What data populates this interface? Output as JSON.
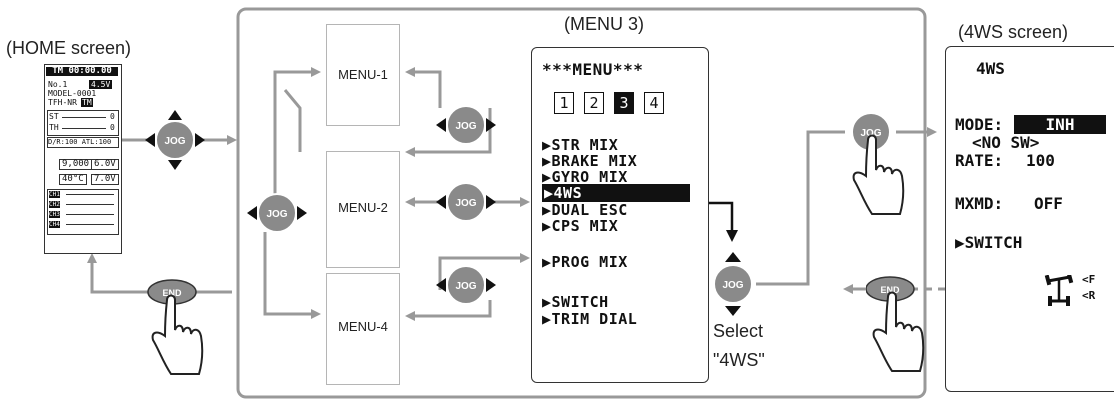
{
  "home": {
    "caption": "(HOME screen)",
    "timer": "TM 00:00.00",
    "model_no": "No.1",
    "voltage": "4.5V",
    "model_name": "MODEL-0001",
    "receiver": "TFH-NR",
    "rx_badge": "TM",
    "st_label": "ST",
    "th_label": "TH",
    "st_val": "0",
    "th_val": "0",
    "dr_atl": "D/R:100 ATL:100",
    "odo": "9,000",
    "rx_volt": "6.0V",
    "temp": "40°C",
    "rx_volt2": "7.0V",
    "ch_rows": [
      "CH1",
      "CH2",
      "CH3",
      "CH4"
    ]
  },
  "menu3": {
    "caption": "(MENU 3)",
    "title": "***MENU***",
    "tabs": [
      "1",
      "2",
      "3",
      "4"
    ],
    "active_tab_index": 2,
    "items": [
      "▶STR MIX",
      "▶BRAKE MIX",
      "▶GYRO MIX",
      "▶4WS",
      "▶DUAL ESC",
      "▶CPS MIX",
      "▶PROG MIX",
      "▶SWITCH",
      "▶TRIM DIAL"
    ],
    "selected_index": 3
  },
  "submenus": [
    "MENU-1",
    "MENU-2",
    "MENU-4"
  ],
  "jog_label": "JOG",
  "end_label": "END",
  "select_caption": [
    "Select",
    "\"4WS\""
  ],
  "ws4": {
    "caption": "(4WS screen)",
    "title": "4WS",
    "mode_label": "MODE:",
    "mode_value": "INH",
    "sw_value": "<NO SW>",
    "rate_label": "RATE:",
    "rate_value": "100",
    "mxmd_label": "MXMD:",
    "mxmd_value": "OFF",
    "switch_item": "▶SWITCH",
    "front_rear": [
      "<F",
      "<R"
    ]
  },
  "colors": {
    "arrow": "#999999",
    "frame": "#999999",
    "lcd_ink": "#111111",
    "jog_button": "#8a8a8a"
  }
}
